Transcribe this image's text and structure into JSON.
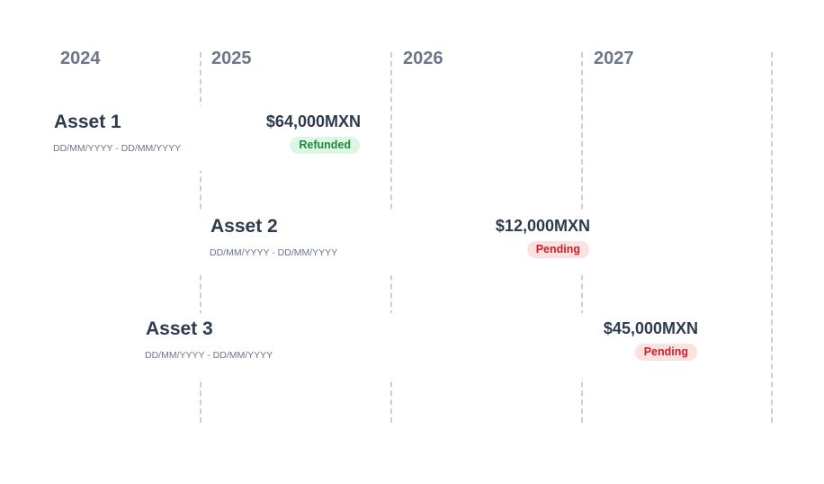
{
  "years": [
    "2024",
    "2025",
    "2026",
    "2027"
  ],
  "assets": [
    {
      "name": "Asset 1",
      "dates": "DD/MM/YYYY - DD/MM/YYYY",
      "amount": "$64,000MXN",
      "status": "Refunded",
      "status_color": "#1f8a3f"
    },
    {
      "name": "Asset 2",
      "dates": "DD/MM/YYYY - DD/MM/YYYY",
      "amount": "$12,000MXN",
      "status": "Pending",
      "status_color": "#c7222a"
    },
    {
      "name": "Asset 3",
      "dates": "DD/MM/YYYY - DD/MM/YYYY",
      "amount": "$45,000MXN",
      "status": "Pending",
      "status_color": "#c7222a"
    }
  ]
}
